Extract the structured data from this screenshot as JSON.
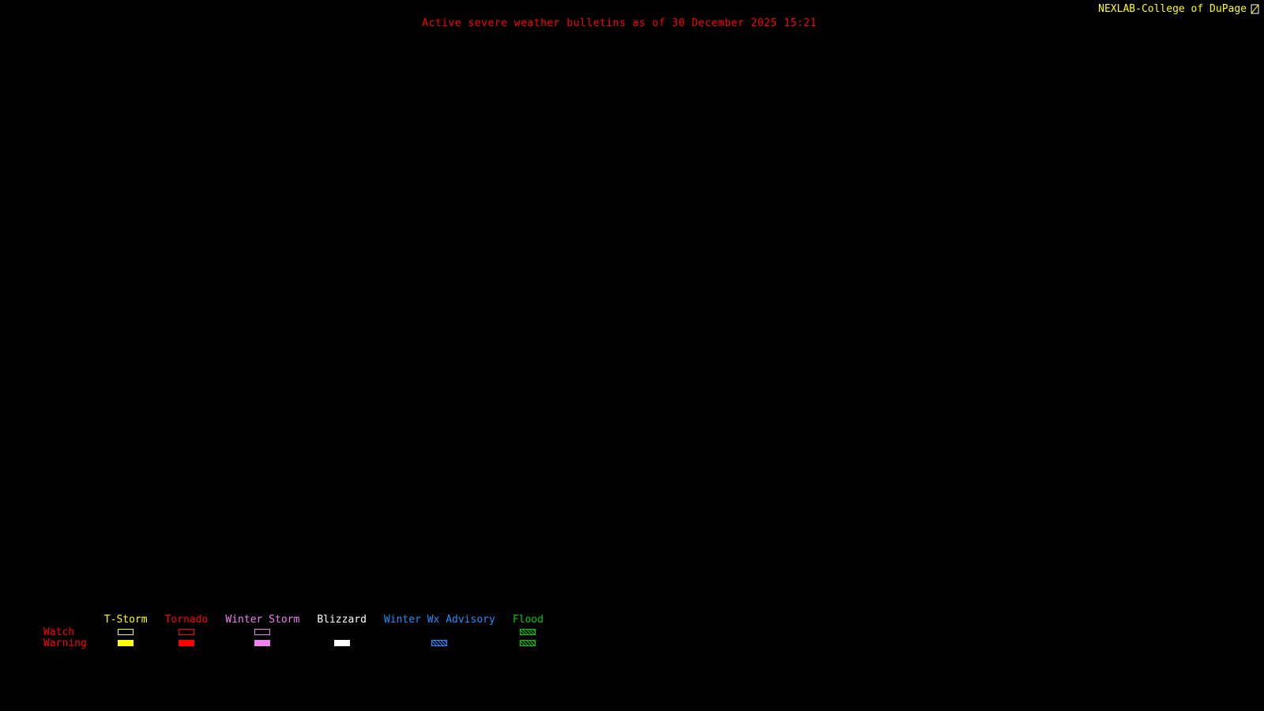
{
  "header": {
    "title": "Active severe weather bulletins as of 30 December 2025 15:21",
    "title_color": "#ff0000"
  },
  "attribution": {
    "text": "NEXLAB-College of DuPage",
    "color": "#ffff00",
    "logo_icon": "cod-logo-icon"
  },
  "legend": {
    "row_labels": [
      "Watch",
      "Warning"
    ],
    "row_label_color": "#ff0000",
    "columns": [
      {
        "label": "T-Storm",
        "color": "#ffff00",
        "watch": "outline",
        "warning": "fill"
      },
      {
        "label": "Tornado",
        "color": "#ff0000",
        "watch": "outline",
        "warning": "fill"
      },
      {
        "label": "Winter Storm",
        "color": "#ee82ee",
        "watch": "outline",
        "warning": "fill"
      },
      {
        "label": "Blizzard",
        "color": "#ffffff",
        "watch": "none",
        "warning": "fill"
      },
      {
        "label": "Winter Wx Advisory",
        "color": "#1e90ff",
        "watch": "none",
        "warning": "hatch"
      },
      {
        "label": "Flood",
        "color": "#00cc00",
        "watch": "hatch",
        "warning": "hatch"
      }
    ]
  }
}
